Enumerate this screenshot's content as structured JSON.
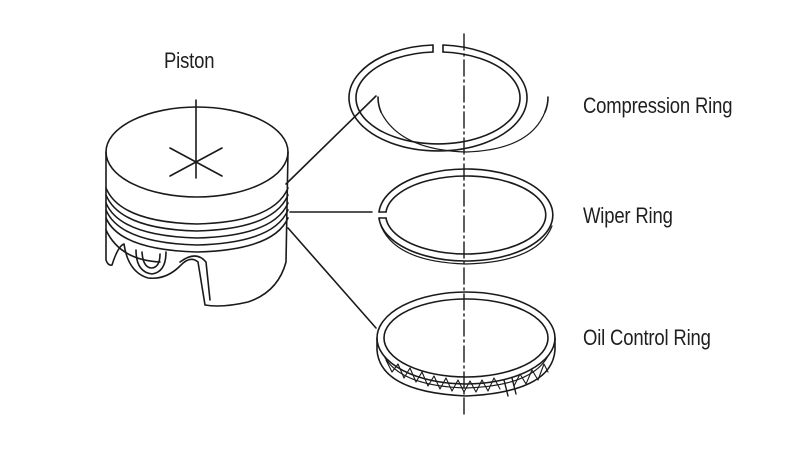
{
  "diagram": {
    "title": "Piston ring set",
    "labels": {
      "piston": "Piston",
      "compression_ring": "Compression Ring",
      "wiper_ring": "Wiper Ring",
      "oil_control_ring": "Oil Control Ring"
    }
  },
  "colors": {
    "line": "#1a1a1a",
    "background": "#ffffff"
  }
}
